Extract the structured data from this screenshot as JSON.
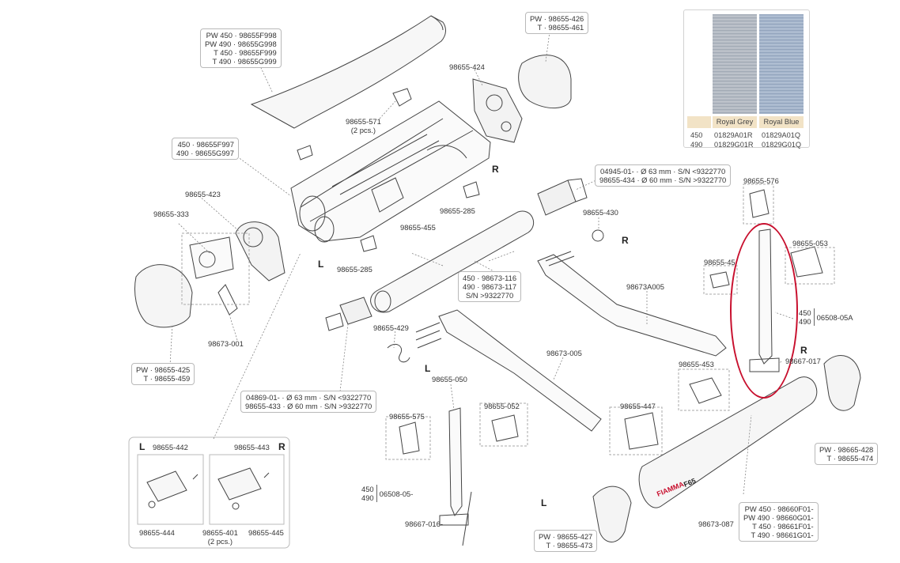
{
  "labels": {
    "top_cover_box": [
      "PW 450 · 98655F998",
      "PW 490 · 98655G998",
      "T 450 · 98655F999",
      "T 490 · 98655G999"
    ],
    "end_cap_r_box": [
      "PW · 98655-426",
      "T · 98655-461"
    ],
    "p424": "98655-424",
    "p571_a": "98655-571",
    "p571_b": "(2 pcs.)",
    "channel_box": [
      "450 · 98655F997",
      "490 · 98655G997"
    ],
    "p423": "98655-423",
    "p455": "98655-455",
    "p285a": "98655-285",
    "p285b": "98655-285",
    "p333": "98655-333",
    "p001": "98673-001",
    "end_cap_l_box": [
      "PW · 98655-425",
      "T · 98655-459"
    ],
    "tube_box": [
      "450 · 98673-116",
      "490 · 98673-117",
      "S/N >9322770"
    ],
    "winder_box": [
      "04945-01- · Ø 63 mm · S/N <9322770",
      "98655-434 · Ø 60 mm · S/N >9322770"
    ],
    "p430": "98655-430",
    "p429": "98655-429",
    "drive_box": [
      "04869-01- · Ø 63 mm · S/N <9322770",
      "98655-433 · Ø 60 mm · S/N >9322770"
    ],
    "pA005": "98673A005",
    "p005": "98673-005",
    "p576": "98655-576",
    "p053": "98655-053",
    "p45x": "98655-45",
    "p453": "98655-453",
    "p017": "98667-017",
    "leg_right_nums": [
      "450",
      "490"
    ],
    "leg_right_code": "06508-05A",
    "p050": "98655-050",
    "p575": "98655-575",
    "p052": "98655-052",
    "p447": "98655-447",
    "leg_left_nums": [
      "450",
      "490"
    ],
    "leg_left_code": "06508-05-",
    "p016": "98667-016-",
    "bracket_box": {
      "left_side": "L",
      "right_side": "R",
      "left_code": "98655-442",
      "right_code": "98655-443",
      "p444": "98655-444",
      "p401_a": "98655-401",
      "p401_b": "(2 pcs.)",
      "p445": "98655-445"
    },
    "end_cover_r_box": [
      "PW · 98665-428",
      "T · 98655-474"
    ],
    "end_cover_l_box": [
      "PW · 98655-427",
      "T · 98655-473"
    ],
    "p087": "98673-087",
    "front_rail_box": [
      "PW 450 · 98660F01-",
      "PW 490 · 98660G01-",
      "T 450 · 98661F01-",
      "T 490 · 98661G01-"
    ],
    "brand": "FIAMMA",
    "model": "F65"
  },
  "sides": {
    "r1": "R",
    "r2": "R",
    "r3": "R",
    "l1": "L",
    "l2": "L",
    "l3": "L"
  },
  "fabric_table": {
    "headers": [
      "Royal Grey",
      "Royal Blue"
    ],
    "rows": [
      {
        "size": "450",
        "grey": "01829A01R",
        "blue": "01829A01Q"
      },
      {
        "size": "490",
        "grey": "01829G01R",
        "blue": "01829G01Q"
      }
    ],
    "header_color": "#f2e3c6"
  },
  "highlight_color": "#c8102e"
}
